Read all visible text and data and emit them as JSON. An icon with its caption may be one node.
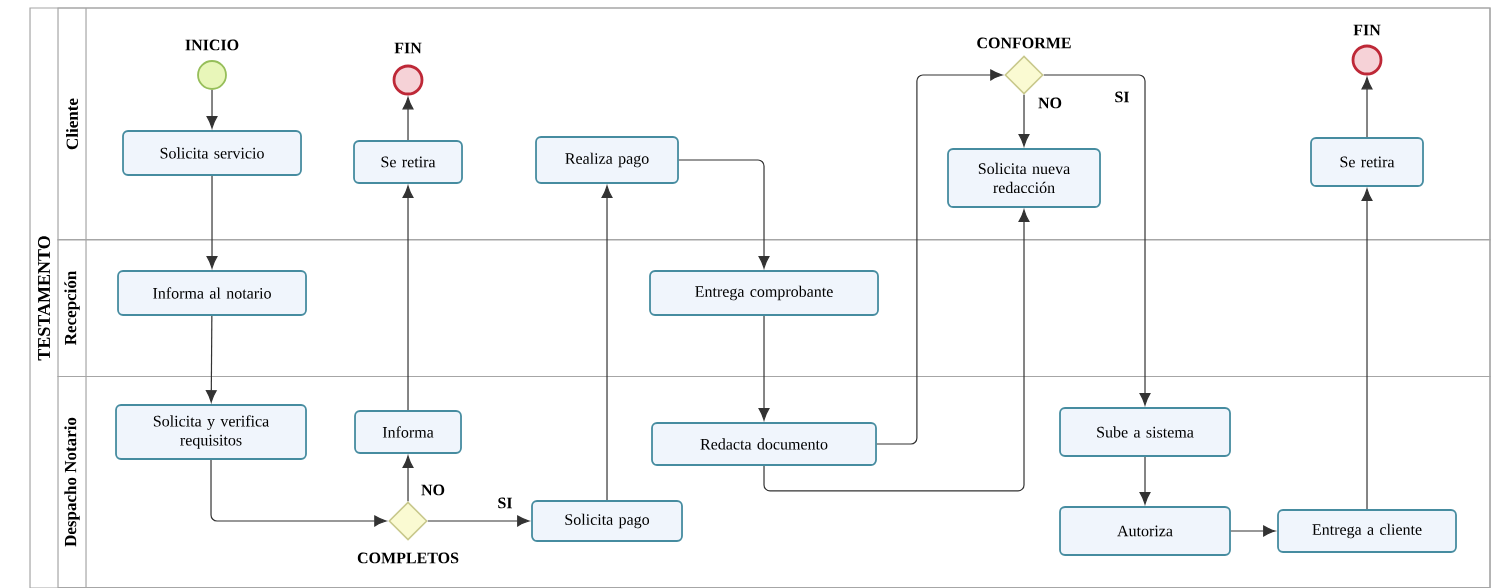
{
  "diagram": {
    "nodes": [
      {
        "text": [
          "TESTAMENTO"
        ]
      },
      {
        "text": [
          "Cliente"
        ],
        "in": 0
      },
      {
        "text": [
          "Recepción"
        ],
        "in": 0
      },
      {
        "text": [
          "Despacho Notario"
        ],
        "in": 0
      },
      {
        "text": [
          "INICIO"
        ],
        "in": 1
      },
      {
        "text": [
          "FIN"
        ],
        "in": 1
      },
      {
        "text": [
          "Solicita servicio"
        ],
        "in": 1
      },
      {
        "text": [
          "Se retira"
        ],
        "in": 1
      },
      {
        "text": [
          "Realiza pago"
        ],
        "in": 1
      },
      {
        "text": [
          "CONFORME"
        ],
        "in": 1
      },
      {
        "text": [
          "Solicita nueva redacción"
        ],
        "in": 1
      },
      {
        "text": [
          "FIN"
        ],
        "in": 1
      },
      {
        "text": [
          "Se retira"
        ],
        "in": 1
      },
      {
        "text": [
          "Informa al notario"
        ],
        "in": 2
      },
      {
        "text": [
          "Entrega comprobante"
        ],
        "in": 2
      },
      {
        "text": [
          "Solicita y verifica requisitos"
        ],
        "in": 3
      },
      {
        "text": [
          "Informa"
        ],
        "in": 3
      },
      {
        "text": [
          "COMPLETOS"
        ],
        "in": 3
      },
      {
        "text": [
          "Solicita pago"
        ],
        "in": 3
      },
      {
        "text": [
          "Redacta documento"
        ],
        "in": 3
      },
      {
        "text": [
          "Sube a sistema"
        ],
        "in": 3
      },
      {
        "text": [
          "Autoriza"
        ],
        "in": 3
      },
      {
        "text": [
          "Entrega a cliente"
        ],
        "in": 3
      }
    ],
    "edges": [
      {
        "from": 4,
        "to": 6,
        "arrow": "to"
      },
      {
        "from": 6,
        "to": 13,
        "arrow": "to"
      },
      {
        "from": 13,
        "to": 15,
        "arrow": "to"
      },
      {
        "from": 15,
        "to": 17,
        "arrow": "to"
      },
      {
        "from": 17,
        "to": 16,
        "arrow": "to",
        "label": "NO"
      },
      {
        "from": 16,
        "to": 7,
        "arrow": "to"
      },
      {
        "from": 7,
        "to": 5,
        "arrow": "to"
      },
      {
        "from": 17,
        "to": 18,
        "arrow": "to",
        "label": "SI"
      },
      {
        "from": 18,
        "to": 8,
        "arrow": "to"
      },
      {
        "from": 8,
        "to": 14,
        "arrow": "to"
      },
      {
        "from": 14,
        "to": 19,
        "arrow": "to"
      },
      {
        "from": 19,
        "to": 9,
        "arrow": "to"
      },
      {
        "from": 9,
        "to": 10,
        "arrow": "to",
        "label": "NO"
      },
      {
        "from": 19,
        "to": 10,
        "arrow": "to"
      },
      {
        "from": 9,
        "to": 20,
        "arrow": "to",
        "label": "SI"
      },
      {
        "from": 20,
        "to": 21,
        "arrow": "to"
      },
      {
        "from": 21,
        "to": 22,
        "arrow": "to"
      },
      {
        "from": 22,
        "to": 12,
        "arrow": "to"
      },
      {
        "from": 12,
        "to": 11,
        "arrow": "to"
      }
    ]
  }
}
